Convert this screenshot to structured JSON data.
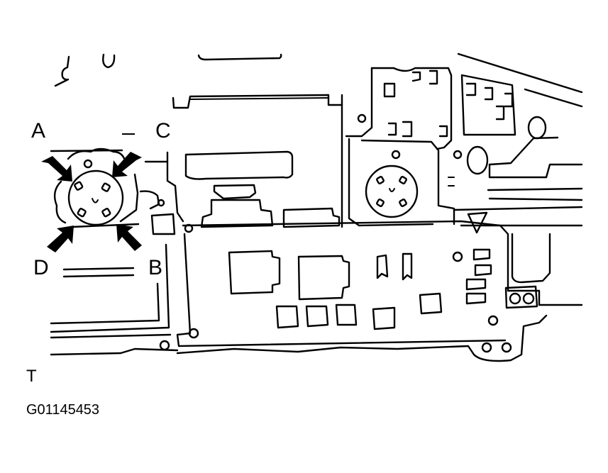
{
  "diagram": {
    "subject": "Valve body line illustration with check ball/accumulator locations",
    "labels": {
      "A": "A",
      "B": "B",
      "C": "C",
      "D": "D"
    },
    "orientation_marker": "T",
    "figure_id": "G01145453",
    "colors": {
      "background": "#ffffff",
      "ink": "#000000"
    },
    "callouts": [
      {
        "label": "A",
        "points_to": "upper-left arrow at left round component"
      },
      {
        "label": "C",
        "points_to": "upper-right arrow at left round component"
      },
      {
        "label": "D",
        "points_to": "lower-left arrow at left round component"
      },
      {
        "label": "B",
        "points_to": "lower-right arrow at left round component"
      }
    ]
  }
}
